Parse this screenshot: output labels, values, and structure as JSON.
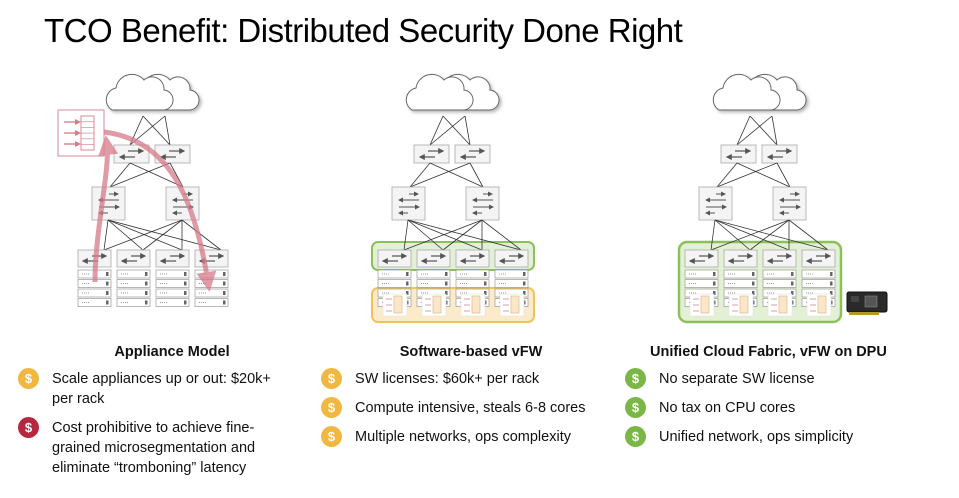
{
  "title": "TCO Benefit: Distributed Security Done Right",
  "colors": {
    "yellow": "#F0B840",
    "red": "#B52840",
    "green": "#7AB648",
    "green_box_fill": "#E4F0D6",
    "green_box_stroke": "#8CC05A",
    "orange_box_fill": "#FCEBCB",
    "orange_box_stroke": "#F0C25A",
    "firewall_pink": "#D88A98",
    "tromboning_arrow": "#D77A8A"
  },
  "columns": [
    {
      "heading": "Appliance Model",
      "diagram": "appliance-topology",
      "items": [
        {
          "icon": "dollar-coin-icon",
          "color": "yellow",
          "text": "Scale appliances up or out: $20k+ per rack"
        },
        {
          "icon": "dollar-coin-icon",
          "color": "red",
          "text": "Cost prohibitive to achieve fine-grained microsegmentation and eliminate “tromboning” latency"
        }
      ]
    },
    {
      "heading": "Software-based vFW",
      "diagram": "software-vfw-topology",
      "items": [
        {
          "icon": "dollar-coin-icon",
          "color": "yellow",
          "text": "SW licenses: $60k+ per rack"
        },
        {
          "icon": "dollar-coin-icon",
          "color": "yellow",
          "text": "Compute intensive, steals 6-8 cores"
        },
        {
          "icon": "dollar-coin-icon",
          "color": "yellow",
          "text": "Multiple networks, ops complexity"
        }
      ]
    },
    {
      "heading": "Unified Cloud Fabric, vFW on DPU",
      "diagram": "dpu-topology",
      "items": [
        {
          "icon": "dollar-coin-icon",
          "color": "green",
          "text": "No separate SW license"
        },
        {
          "icon": "dollar-coin-icon",
          "color": "green",
          "text": "No tax on CPU cores"
        },
        {
          "icon": "dollar-coin-icon",
          "color": "green",
          "text": "Unified network, ops simplicity"
        }
      ]
    }
  ],
  "coin_symbol": "$"
}
